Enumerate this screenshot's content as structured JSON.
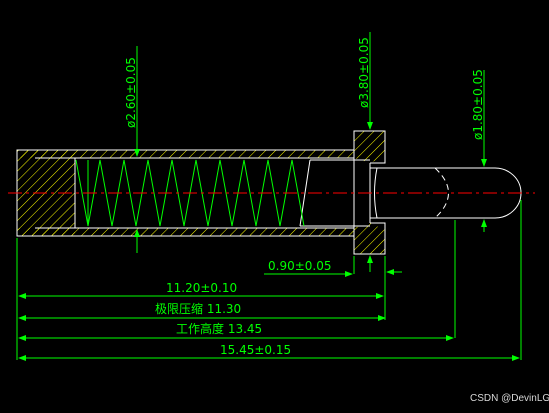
{
  "dimensions": {
    "body_diameter": "ø2.60±0.05",
    "collar_diameter": "ø3.80±0.05",
    "plunger_diameter": "ø1.80±0.05",
    "collar_thickness": "0.90±0.05",
    "barrel_length": "11.20±0.10",
    "limit_compression": "极限压缩  11.30",
    "working_height": "工作高度  13.45",
    "total_length": "15.45±0.15"
  },
  "watermark": "CSDN @DevinLGT",
  "colors": {
    "background": "#000000",
    "outline": "#ffffff",
    "dimension": "#00ff00",
    "centerline": "#ff0000",
    "hatch": "#ffff00"
  }
}
